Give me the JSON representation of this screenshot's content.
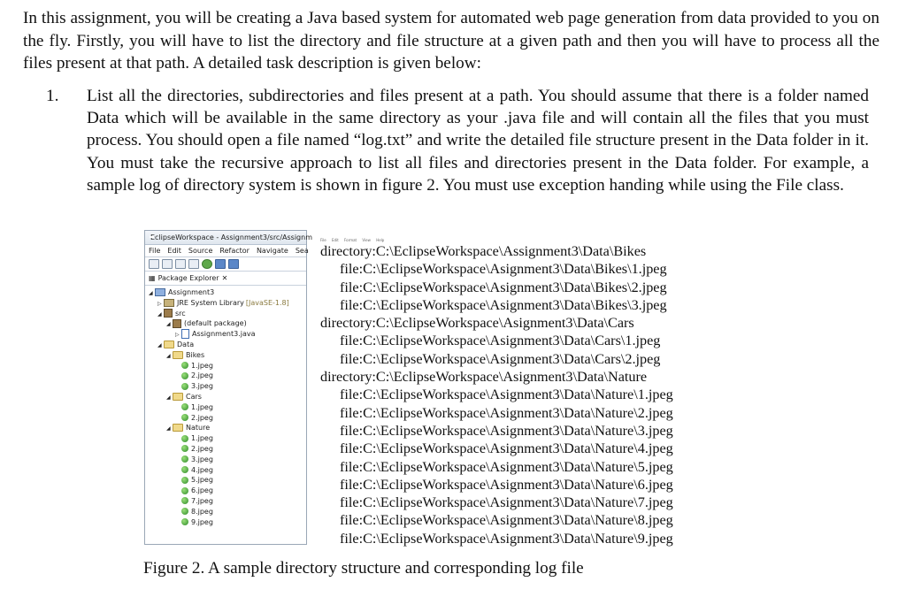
{
  "document": {
    "intro": "In this assignment, you will be creating a Java based system for automated web page generation from data provided to you on the fly. Firstly, you will have to list the directory and file structure at a given path and then you will have to process all the files present at that path. A detailed task description is given below:",
    "items": [
      {
        "number": "1.",
        "text": "List all the directories, subdirectories and files present at a path. You should assume that there is a folder named Data which will be available in the same directory as your .java file and will contain all the files that you must process. You should open a file named “log.txt” and write the detailed file structure present in the Data folder in it. You must take the recursive approach to list all files and directories present in the Data folder. For example, a sample log of directory system is shown in figure 2. You must use exception handing while using the File class."
      }
    ],
    "caption": "Figure 2. A sample directory structure and corresponding log file"
  },
  "eclipse": {
    "title": "EclipseWorkspace - Assignment3/src/Assignm",
    "menu": [
      "File",
      "Edit",
      "Source",
      "Refactor",
      "Navigate",
      "Sea"
    ],
    "package_explorer_label": "Package Explorer",
    "tree": [
      {
        "label": "Assignment3",
        "indent": 0,
        "icon": "project-icon",
        "arrow": "◢"
      },
      {
        "label": "JRE System Library",
        "suffix": "[JavaSE-1.8]",
        "indent": 1,
        "icon": "library-icon",
        "arrow": "▷"
      },
      {
        "label": "src",
        "indent": 1,
        "icon": "src-folder-icon",
        "arrow": "◢"
      },
      {
        "label": "(default package)",
        "indent": 2,
        "icon": "package-icon",
        "arrow": "◢"
      },
      {
        "label": "Assignment3.java",
        "indent": 3,
        "icon": "java-file-icon",
        "arrow": "▷"
      },
      {
        "label": "Data",
        "indent": 1,
        "icon": "folder-icon",
        "arrow": "◢"
      },
      {
        "label": "Bikes",
        "indent": 2,
        "icon": "folder-icon",
        "arrow": "◢"
      },
      {
        "label": "1.jpeg",
        "indent": 3,
        "icon": "image-file-icon",
        "arrow": ""
      },
      {
        "label": "2.jpeg",
        "indent": 3,
        "icon": "image-file-icon",
        "arrow": ""
      },
      {
        "label": "3.jpeg",
        "indent": 3,
        "icon": "image-file-icon",
        "arrow": ""
      },
      {
        "label": "Cars",
        "indent": 2,
        "icon": "folder-icon",
        "arrow": "◢"
      },
      {
        "label": "1.jpeg",
        "indent": 3,
        "icon": "image-file-icon",
        "arrow": ""
      },
      {
        "label": "2.jpeg",
        "indent": 3,
        "icon": "image-file-icon",
        "arrow": ""
      },
      {
        "label": "Nature",
        "indent": 2,
        "icon": "folder-icon",
        "arrow": "◢"
      },
      {
        "label": "1.jpeg",
        "indent": 3,
        "icon": "image-file-icon",
        "arrow": ""
      },
      {
        "label": "2.jpeg",
        "indent": 3,
        "icon": "image-file-icon",
        "arrow": ""
      },
      {
        "label": "3.jpeg",
        "indent": 3,
        "icon": "image-file-icon",
        "arrow": ""
      },
      {
        "label": "4.jpeg",
        "indent": 3,
        "icon": "image-file-icon",
        "arrow": ""
      },
      {
        "label": "5.jpeg",
        "indent": 3,
        "icon": "image-file-icon",
        "arrow": ""
      },
      {
        "label": "6.jpeg",
        "indent": 3,
        "icon": "image-file-icon",
        "arrow": ""
      },
      {
        "label": "7.jpeg",
        "indent": 3,
        "icon": "image-file-icon",
        "arrow": ""
      },
      {
        "label": "8.jpeg",
        "indent": 3,
        "icon": "image-file-icon",
        "arrow": ""
      },
      {
        "label": "9.jpeg",
        "indent": 3,
        "icon": "image-file-icon",
        "arrow": ""
      }
    ]
  },
  "log": {
    "menu": [
      "File",
      "Edit",
      "Format",
      "View",
      "Help"
    ],
    "lines": [
      {
        "type": "directory",
        "text": "directory:C:\\EclipseWorkspace\\Assignment3\\Data\\Bikes"
      },
      {
        "type": "file",
        "text": "file:C:\\EclipseWorkspace\\Asignment3\\Data\\Bikes\\1.jpeg"
      },
      {
        "type": "file",
        "text": "file:C:\\EclipseWorkspace\\Asignment3\\Data\\Bikes\\2.jpeg"
      },
      {
        "type": "file",
        "text": "file:C:\\EclipseWorkspace\\Asignment3\\Data\\Bikes\\3.jpeg"
      },
      {
        "type": "directory",
        "text": "directory:C:\\EclipseWorkspace\\Asignment3\\Data\\Cars"
      },
      {
        "type": "file",
        "text": "file:C:\\EclipseWorkspace\\Asignment3\\Data\\Cars\\1.jpeg"
      },
      {
        "type": "file",
        "text": "file:C:\\EclipseWorkspace\\Asignment3\\Data\\Cars\\2.jpeg"
      },
      {
        "type": "directory",
        "text": "directory:C:\\EclipseWorkspace\\Asignment3\\Data\\Nature"
      },
      {
        "type": "file",
        "text": "file:C:\\EclipseWorkspace\\Asignment3\\Data\\Nature\\1.jpeg"
      },
      {
        "type": "file",
        "text": "file:C:\\EclipseWorkspace\\Asignment3\\Data\\Nature\\2.jpeg"
      },
      {
        "type": "file",
        "text": "file:C:\\EclipseWorkspace\\Asignment3\\Data\\Nature\\3.jpeg"
      },
      {
        "type": "file",
        "text": "file:C:\\EclipseWorkspace\\Asignment3\\Data\\Nature\\4.jpeg"
      },
      {
        "type": "file",
        "text": "file:C:\\EclipseWorkspace\\Asignment3\\Data\\Nature\\5.jpeg"
      },
      {
        "type": "file",
        "text": "file:C:\\EclipseWorkspace\\Asignment3\\Data\\Nature\\6.jpeg"
      },
      {
        "type": "file",
        "text": "file:C:\\EclipseWorkspace\\Asignment3\\Data\\Nature\\7.jpeg"
      },
      {
        "type": "file",
        "text": "file:C:\\EclipseWorkspace\\Asignment3\\Data\\Nature\\8.jpeg"
      },
      {
        "type": "file",
        "text": "file:C:\\EclipseWorkspace\\Asignment3\\Data\\Nature\\9.jpeg"
      }
    ]
  }
}
